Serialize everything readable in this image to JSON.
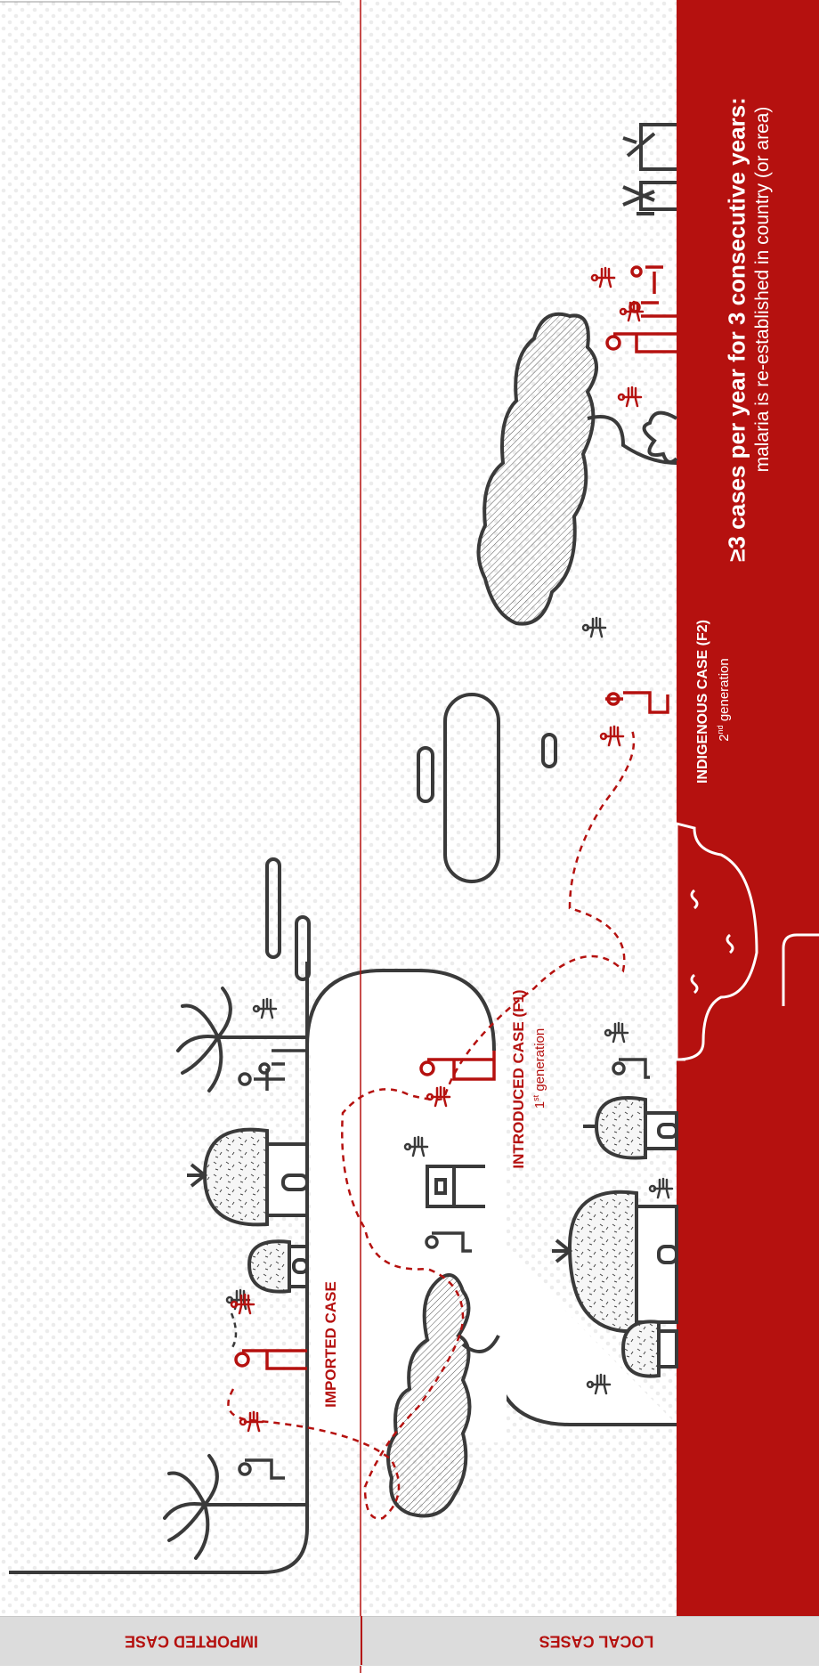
{
  "colors": {
    "accent": "#b5110f",
    "outline": "#3a3a3a",
    "footer_bg": "#dcdcdc",
    "dots": "#ececec"
  },
  "labels": {
    "imported_case": "IMPORTED CASE",
    "introduced_case": "INTRODUCED CASE (F1)",
    "first_gen_num": "1",
    "first_gen_sup": "st",
    "first_gen_text": " generation",
    "indigenous_case": "INDIGENOUS CASE (F2)",
    "second_gen_num": "2",
    "second_gen_sup": "nd",
    "second_gen_text": " generation"
  },
  "banner": {
    "headline": "≥3 cases per year for 3 consecutive years:",
    "subline": "malaria is re-established in country (or area)"
  },
  "footer": {
    "imported_case": "IMPORTED CASE",
    "local_cases": "LOCAL CASES"
  },
  "icons": [
    "palm-tree-icon",
    "hut-icon",
    "person-icon",
    "mosquito-icon",
    "cloud-icon",
    "water-icon",
    "well-icon",
    "cattle-icon"
  ]
}
